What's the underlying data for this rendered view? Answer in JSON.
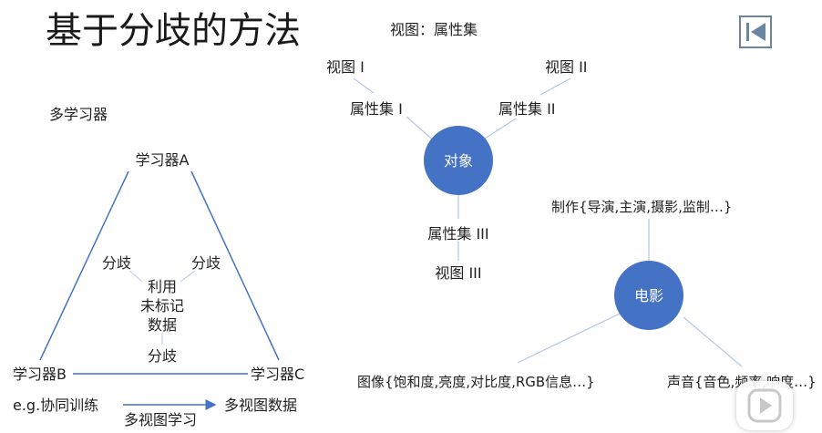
{
  "title": "基于分歧的方法",
  "colors": {
    "accent": "#4472C4",
    "line": "#b4c7e7",
    "text": "#222222"
  },
  "left": {
    "section_label": "多学习器",
    "learner_a": "学习器A",
    "learner_b": "学习器B",
    "learner_c": "学习器C",
    "divergence": "分歧",
    "center_text": [
      "利用",
      "未标记",
      "数据"
    ],
    "example": "e.g.协同训练",
    "arrow_caption": "多视图学习",
    "arrow_target": "多视图数据"
  },
  "right": {
    "header": "视图：属性集",
    "object_node": "对象",
    "view_1": "视图 I",
    "attr_set_1": "属性集 I",
    "view_2": "视图 II",
    "attr_set_2": "属性集 II",
    "attr_set_3": "属性集 III",
    "view_3": "视图 III",
    "movie_node": "电影",
    "production": "制作{导演,主演,摄影,监制…}",
    "image_attrs": "图像{饱和度,亮度,对比度,RGB信息…}",
    "sound_attrs": "声音{音色,频率,响度…}"
  },
  "nav_icon": "skip-back-icon",
  "overlay_icon": "play-icon"
}
